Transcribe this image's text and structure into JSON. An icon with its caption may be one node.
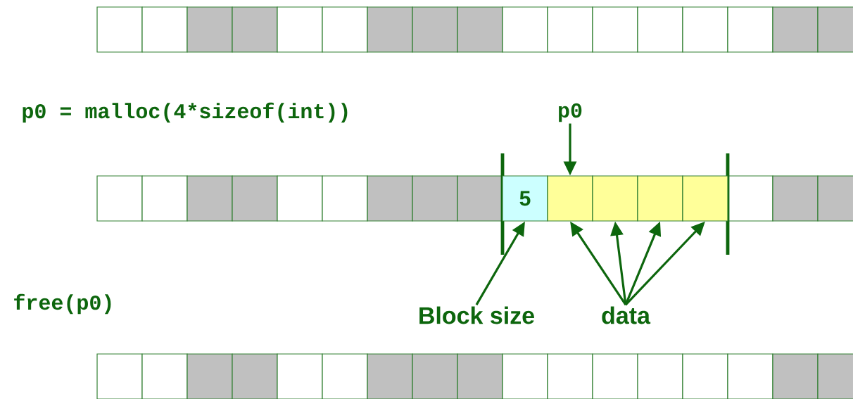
{
  "diagram": {
    "nodes": [
      {
        "text": [
          "p0"
        ]
      },
      {
        "text": [
          "5"
        ]
      },
      {
        "text": [],
        "shape": "box"
      },
      {
        "text": [],
        "shape": "box"
      },
      {
        "text": [],
        "shape": "box"
      },
      {
        "text": [],
        "shape": "box"
      },
      {
        "text": [
          "Block size"
        ]
      },
      {
        "text": [
          "data"
        ]
      }
    ],
    "edges": [
      {
        "from": 0,
        "to": 2,
        "arrow": "to"
      },
      {
        "from": 6,
        "to": 1,
        "arrow": "to"
      },
      {
        "from": 7,
        "to": 2,
        "arrow": "to"
      },
      {
        "from": 7,
        "to": 3,
        "arrow": "to"
      },
      {
        "from": 7,
        "to": 4,
        "arrow": "to"
      },
      {
        "from": 7,
        "to": 5,
        "arrow": "to"
      }
    ],
    "labels": [
      "p0 = malloc(4*sizeof(int))",
      "free(p0)"
    ]
  }
}
